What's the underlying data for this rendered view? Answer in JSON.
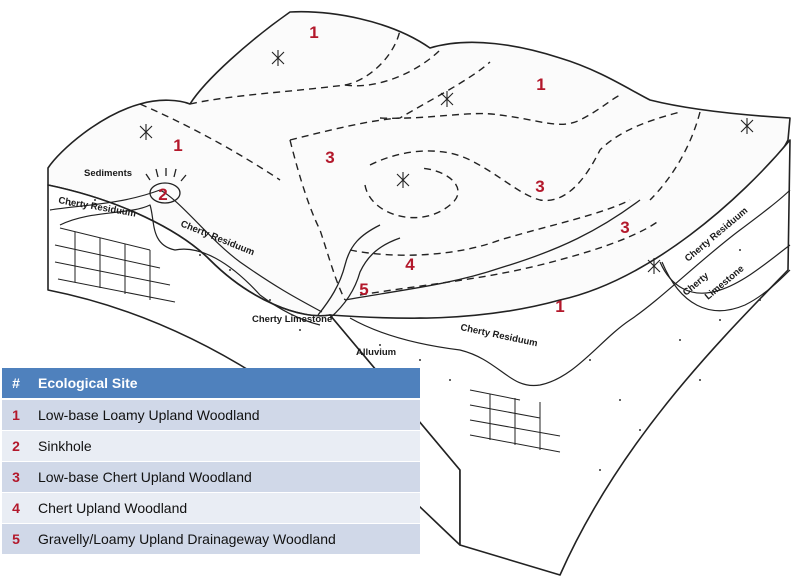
{
  "diagram": {
    "site_labels": [
      "1",
      "1",
      "1",
      "3",
      "3",
      "3",
      "2",
      "4",
      "5",
      "1"
    ],
    "geology_labels": {
      "sediments": "Sediments",
      "cherty_residuum": "Cherty Residuum",
      "cherty_limestone": "Cherty Limestone",
      "alluvium": "Alluvium",
      "cherty": "Cherty",
      "limestone": "Limestone"
    }
  },
  "legend": {
    "header_num": "#",
    "header_site": "Ecological Site",
    "rows": [
      {
        "num": "1",
        "name": "Low-base Loamy Upland Woodland"
      },
      {
        "num": "2",
        "name": "Sinkhole"
      },
      {
        "num": "3",
        "name": "Low-base Chert Upland Woodland"
      },
      {
        "num": "4",
        "name": "Chert Upland Woodland"
      },
      {
        "num": "5",
        "name": "Gravelly/Loamy Upland Drainageway Woodland"
      }
    ]
  },
  "colors": {
    "site_number": "#b3182b",
    "legend_header": "#4f81bd",
    "row_odd": "#d0d8e8",
    "row_even": "#e9edf4"
  }
}
